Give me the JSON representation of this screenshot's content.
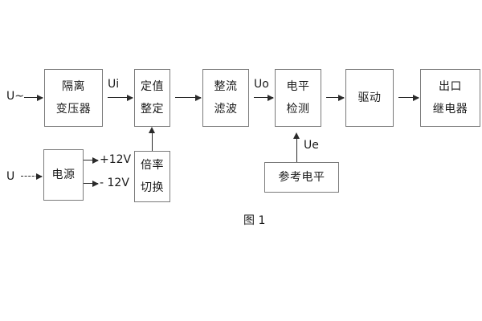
{
  "figure": {
    "caption": "图 1",
    "background": "#ffffff",
    "box_border_color": "#7a7a7a",
    "line_color": "#2a2a2a",
    "text_color": "#1b1b1b"
  },
  "blocks": [
    {
      "id": "isolation-transformer",
      "line1": "隔离",
      "line2": "变压器"
    },
    {
      "id": "setpoint-adjust",
      "line1": "定值",
      "line2": "整定"
    },
    {
      "id": "rectify-filter",
      "line1": "整流",
      "line2": "滤波"
    },
    {
      "id": "level-detect",
      "line1": "电平",
      "line2": "检测"
    },
    {
      "id": "drive",
      "line1": "驱动",
      "line2": ""
    },
    {
      "id": "output-relay",
      "line1": "出口",
      "line2": "继电器"
    },
    {
      "id": "power-supply",
      "line1": "电源",
      "line2": ""
    },
    {
      "id": "multiplier-switch",
      "line1": "倍率",
      "line2": "切换"
    },
    {
      "id": "reference-level",
      "line1": "参考电平",
      "line2": ""
    }
  ],
  "signals": {
    "ac_input": "U~",
    "dc_input": "U",
    "ui": "Ui",
    "uo": "Uo",
    "ue": "Ue",
    "pos_supply": "+12V",
    "neg_supply": "- 12V"
  }
}
